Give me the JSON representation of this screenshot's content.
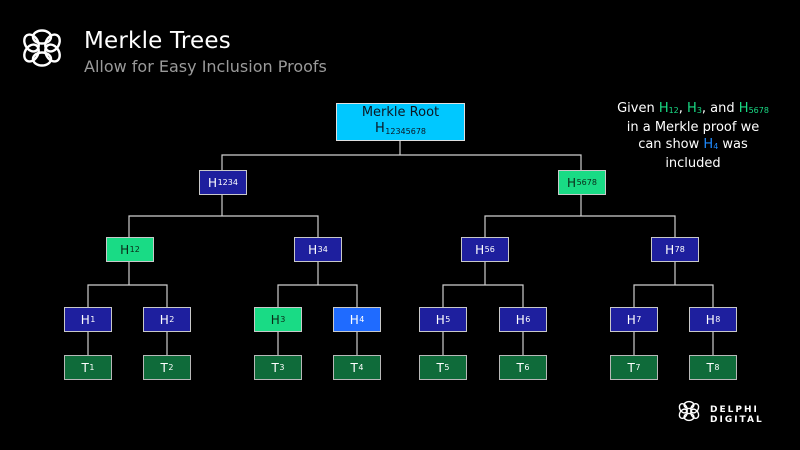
{
  "header": {
    "title": "Merkle Trees",
    "subtitle": "Allow for Easy Inclusion Proofs"
  },
  "tree": {
    "root": {
      "label": "Merkle Root",
      "hash_base": "H",
      "hash_sub": "12345678"
    },
    "level1": [
      {
        "base": "H",
        "sub": "1234"
      },
      {
        "base": "H",
        "sub": "5678"
      }
    ],
    "level2": [
      {
        "base": "H",
        "sub": "12"
      },
      {
        "base": "H",
        "sub": "34"
      },
      {
        "base": "H",
        "sub": "56"
      },
      {
        "base": "H",
        "sub": "78"
      }
    ],
    "level3": [
      {
        "base": "H",
        "sub": "1"
      },
      {
        "base": "H",
        "sub": "2"
      },
      {
        "base": "H",
        "sub": "3"
      },
      {
        "base": "H",
        "sub": "4"
      },
      {
        "base": "H",
        "sub": "5"
      },
      {
        "base": "H",
        "sub": "6"
      },
      {
        "base": "H",
        "sub": "7"
      },
      {
        "base": "H",
        "sub": "8"
      }
    ],
    "leaves": [
      {
        "base": "T",
        "sub": "1"
      },
      {
        "base": "T",
        "sub": "2"
      },
      {
        "base": "T",
        "sub": "3"
      },
      {
        "base": "T",
        "sub": "4"
      },
      {
        "base": "T",
        "sub": "5"
      },
      {
        "base": "T",
        "sub": "6"
      },
      {
        "base": "T",
        "sub": "7"
      },
      {
        "base": "T",
        "sub": "8"
      }
    ]
  },
  "caption": {
    "given": "Given ",
    "h12_base": "H",
    "h12_sub": "12",
    "sep1": ", ",
    "h3_base": "H",
    "h3_sub": "3",
    "sep2": ", and ",
    "h5678_base": "H",
    "h5678_sub": "5678",
    "line2": "in a Merkle proof we",
    "line3_pre": "can show ",
    "h4_base": "H",
    "h4_sub": "4",
    "line3_post": " was",
    "line4": "included"
  },
  "brand": {
    "name": "DELPHI DIGITAL"
  },
  "colors": {
    "background": "#000000",
    "node_blue": "#1e1f9e",
    "node_green_highlight": "#19db85",
    "node_bright_blue": "#1f6bff",
    "leaf_green": "#0f6b3a",
    "root_cyan": "#00c8ff"
  },
  "icons": [
    "delphi-logo-icon"
  ]
}
